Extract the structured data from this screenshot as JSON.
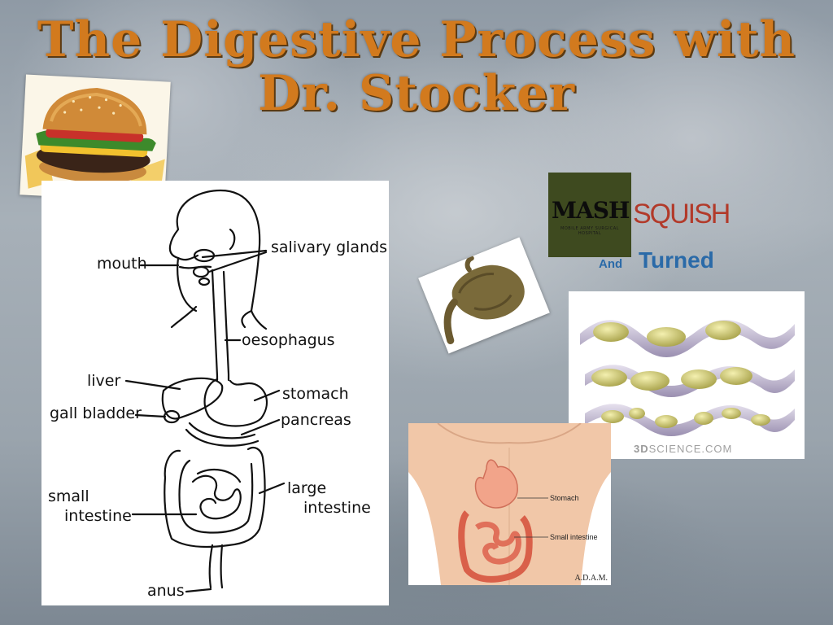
{
  "slide": {
    "title_line1": "The Digestive Process with",
    "title_line2": "Dr. Stocker"
  },
  "diagram": {
    "labels": {
      "mouth": "mouth",
      "salivary_glands": "salivary glands",
      "oesophagus": "oesophagus",
      "liver": "liver",
      "gall_bladder": "gall bladder",
      "stomach": "stomach",
      "pancreas": "pancreas",
      "small_intestine_1": "small",
      "small_intestine_2": "intestine",
      "large_intestine_1": "large",
      "large_intestine_2": "intestine",
      "anus": "anus"
    }
  },
  "mash_logo": {
    "text": "MASH",
    "subtitle": "MOBILE ARMY SURGICAL HOSPITAL"
  },
  "words": {
    "squish": "SQUISH",
    "and": "And",
    "turned": "Turned"
  },
  "peristalsis_image": {
    "brand_3d": "3D",
    "brand_rest": "SCIENCE.COM"
  },
  "abdomen_image": {
    "label_stomach": "Stomach",
    "label_small_intestine": "Small intestine",
    "credit": "A.D.A.M."
  },
  "colors": {
    "title": "#d27a1e",
    "squish": "#b23a2a",
    "turned": "#2a6aa8"
  }
}
